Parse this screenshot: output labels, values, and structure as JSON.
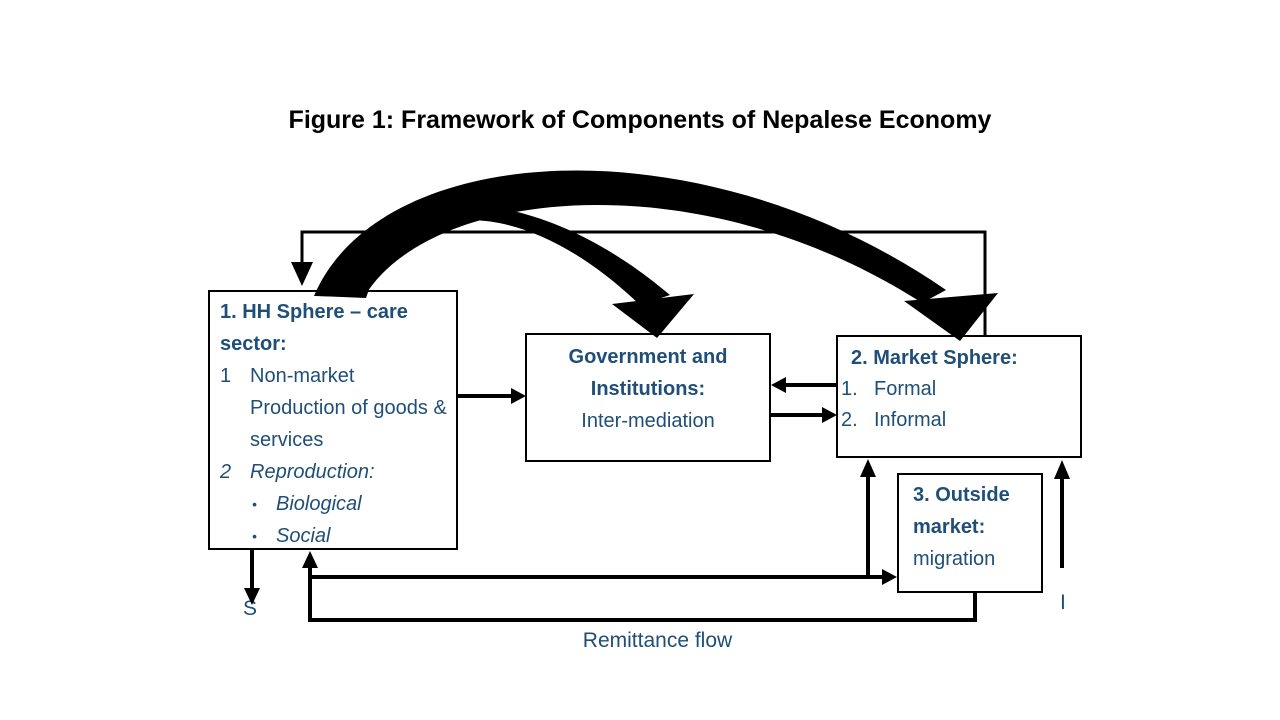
{
  "title": "Figure 1: Framework of Components of Nepalese Economy",
  "colors": {
    "text": "#1F4E79",
    "line": "#000000",
    "background": "#FFFFFF"
  },
  "boxes": {
    "hh": {
      "title": "1. HH Sphere – care sector:",
      "item1_num": "1",
      "item1_text": "Non-market Production of goods & services",
      "item2_num": "2",
      "item2_text": "Reproduction:",
      "bullet_marker": "•",
      "bullet1": "Biological",
      "bullet2": "Social"
    },
    "government": {
      "title_line1": "Government and",
      "title_line2": "Institutions:",
      "subtitle": "Inter-mediation"
    },
    "market": {
      "title": "2. Market Sphere:",
      "item1_num": "1.",
      "item1_text": "Formal",
      "item2_num": "2.",
      "item2_text": "Informal"
    },
    "outside": {
      "title_line1": "3. Outside",
      "title_line2": "market:",
      "subtitle": "migration"
    }
  },
  "labels": {
    "s": "S",
    "i": "I",
    "remittance": "Remittance flow"
  }
}
